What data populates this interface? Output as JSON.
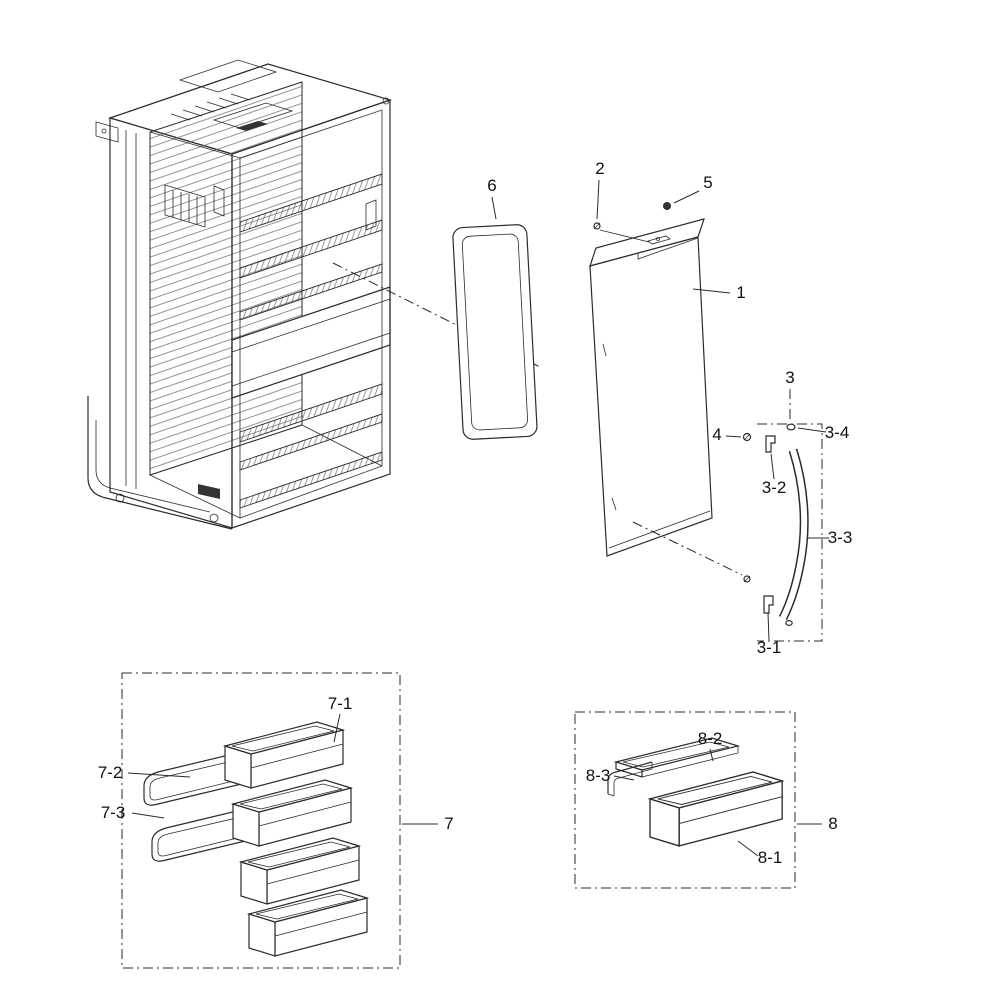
{
  "diagram": {
    "labels": {
      "part1": "1",
      "part2": "2",
      "part3": "3",
      "part4": "4",
      "part5": "5",
      "part6": "6",
      "part7": "7",
      "part8": "8",
      "part3_1": "3-1",
      "part3_2": "3-2",
      "part3_3": "3-3",
      "part3_4": "3-4",
      "part7_1": "7-1",
      "part7_2": "7-2",
      "part7_3": "7-3",
      "part8_1": "8-1",
      "part8_2": "8-2",
      "part8_3": "8-3"
    },
    "colors": {
      "line": "#2b2b2b",
      "background": "#ffffff",
      "dark_fill": "#333333"
    }
  }
}
